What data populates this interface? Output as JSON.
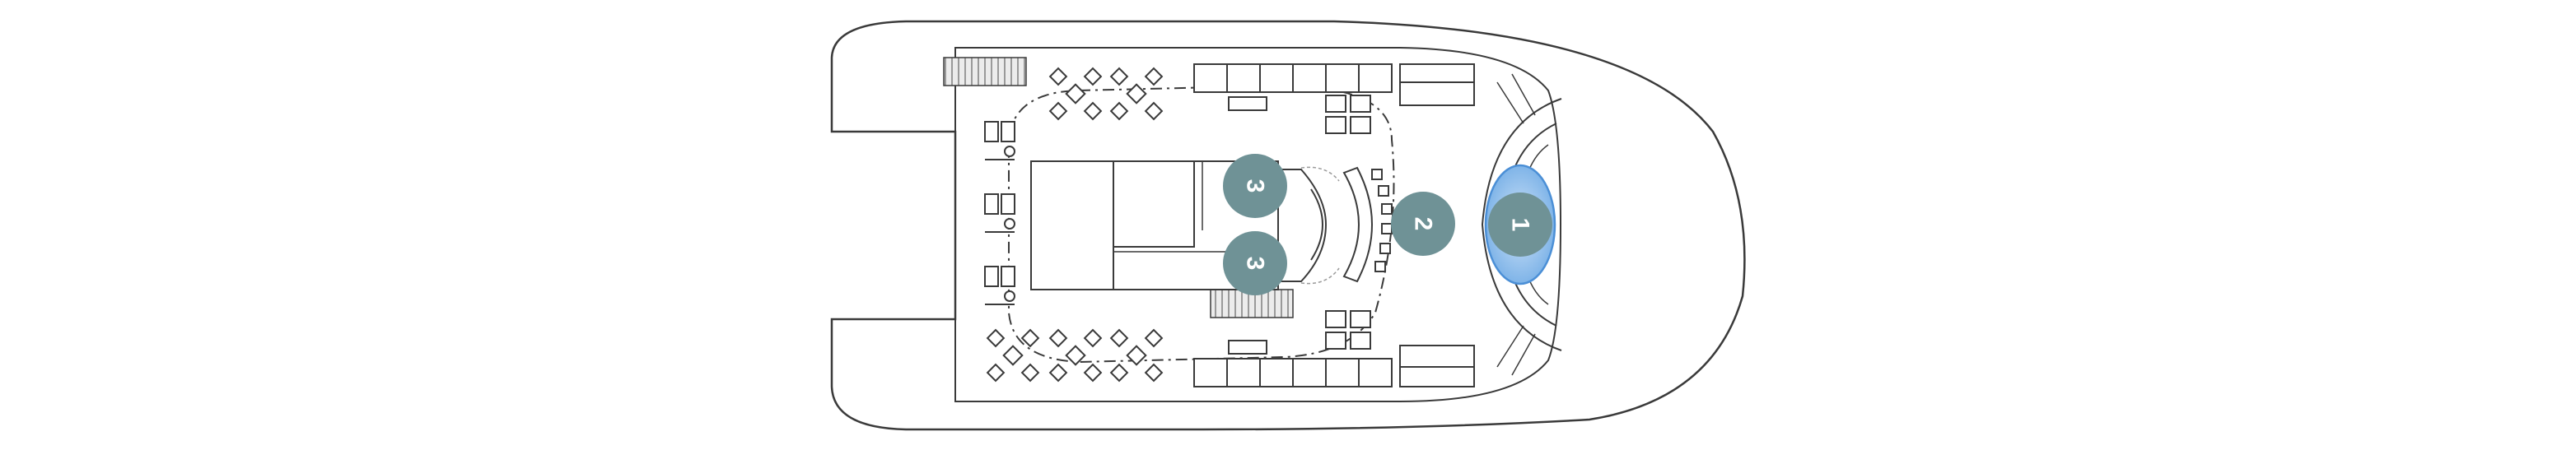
{
  "deck_plan": {
    "markers": [
      {
        "id": "marker-1",
        "label": "1",
        "feature": "pool"
      },
      {
        "id": "marker-2",
        "label": "2",
        "feature": "bar"
      },
      {
        "id": "marker-3a",
        "label": "3",
        "feature": "lounge"
      },
      {
        "id": "marker-3b",
        "label": "3",
        "feature": "lounge"
      }
    ],
    "colors": {
      "line": "#3a3a3a",
      "marker_fill": "#6f9296",
      "marker_text": "#ffffff",
      "pool_fill": "#8fc0ec",
      "pool_edge": "#4b8fd6",
      "hatch": "#bdbdbd"
    }
  }
}
